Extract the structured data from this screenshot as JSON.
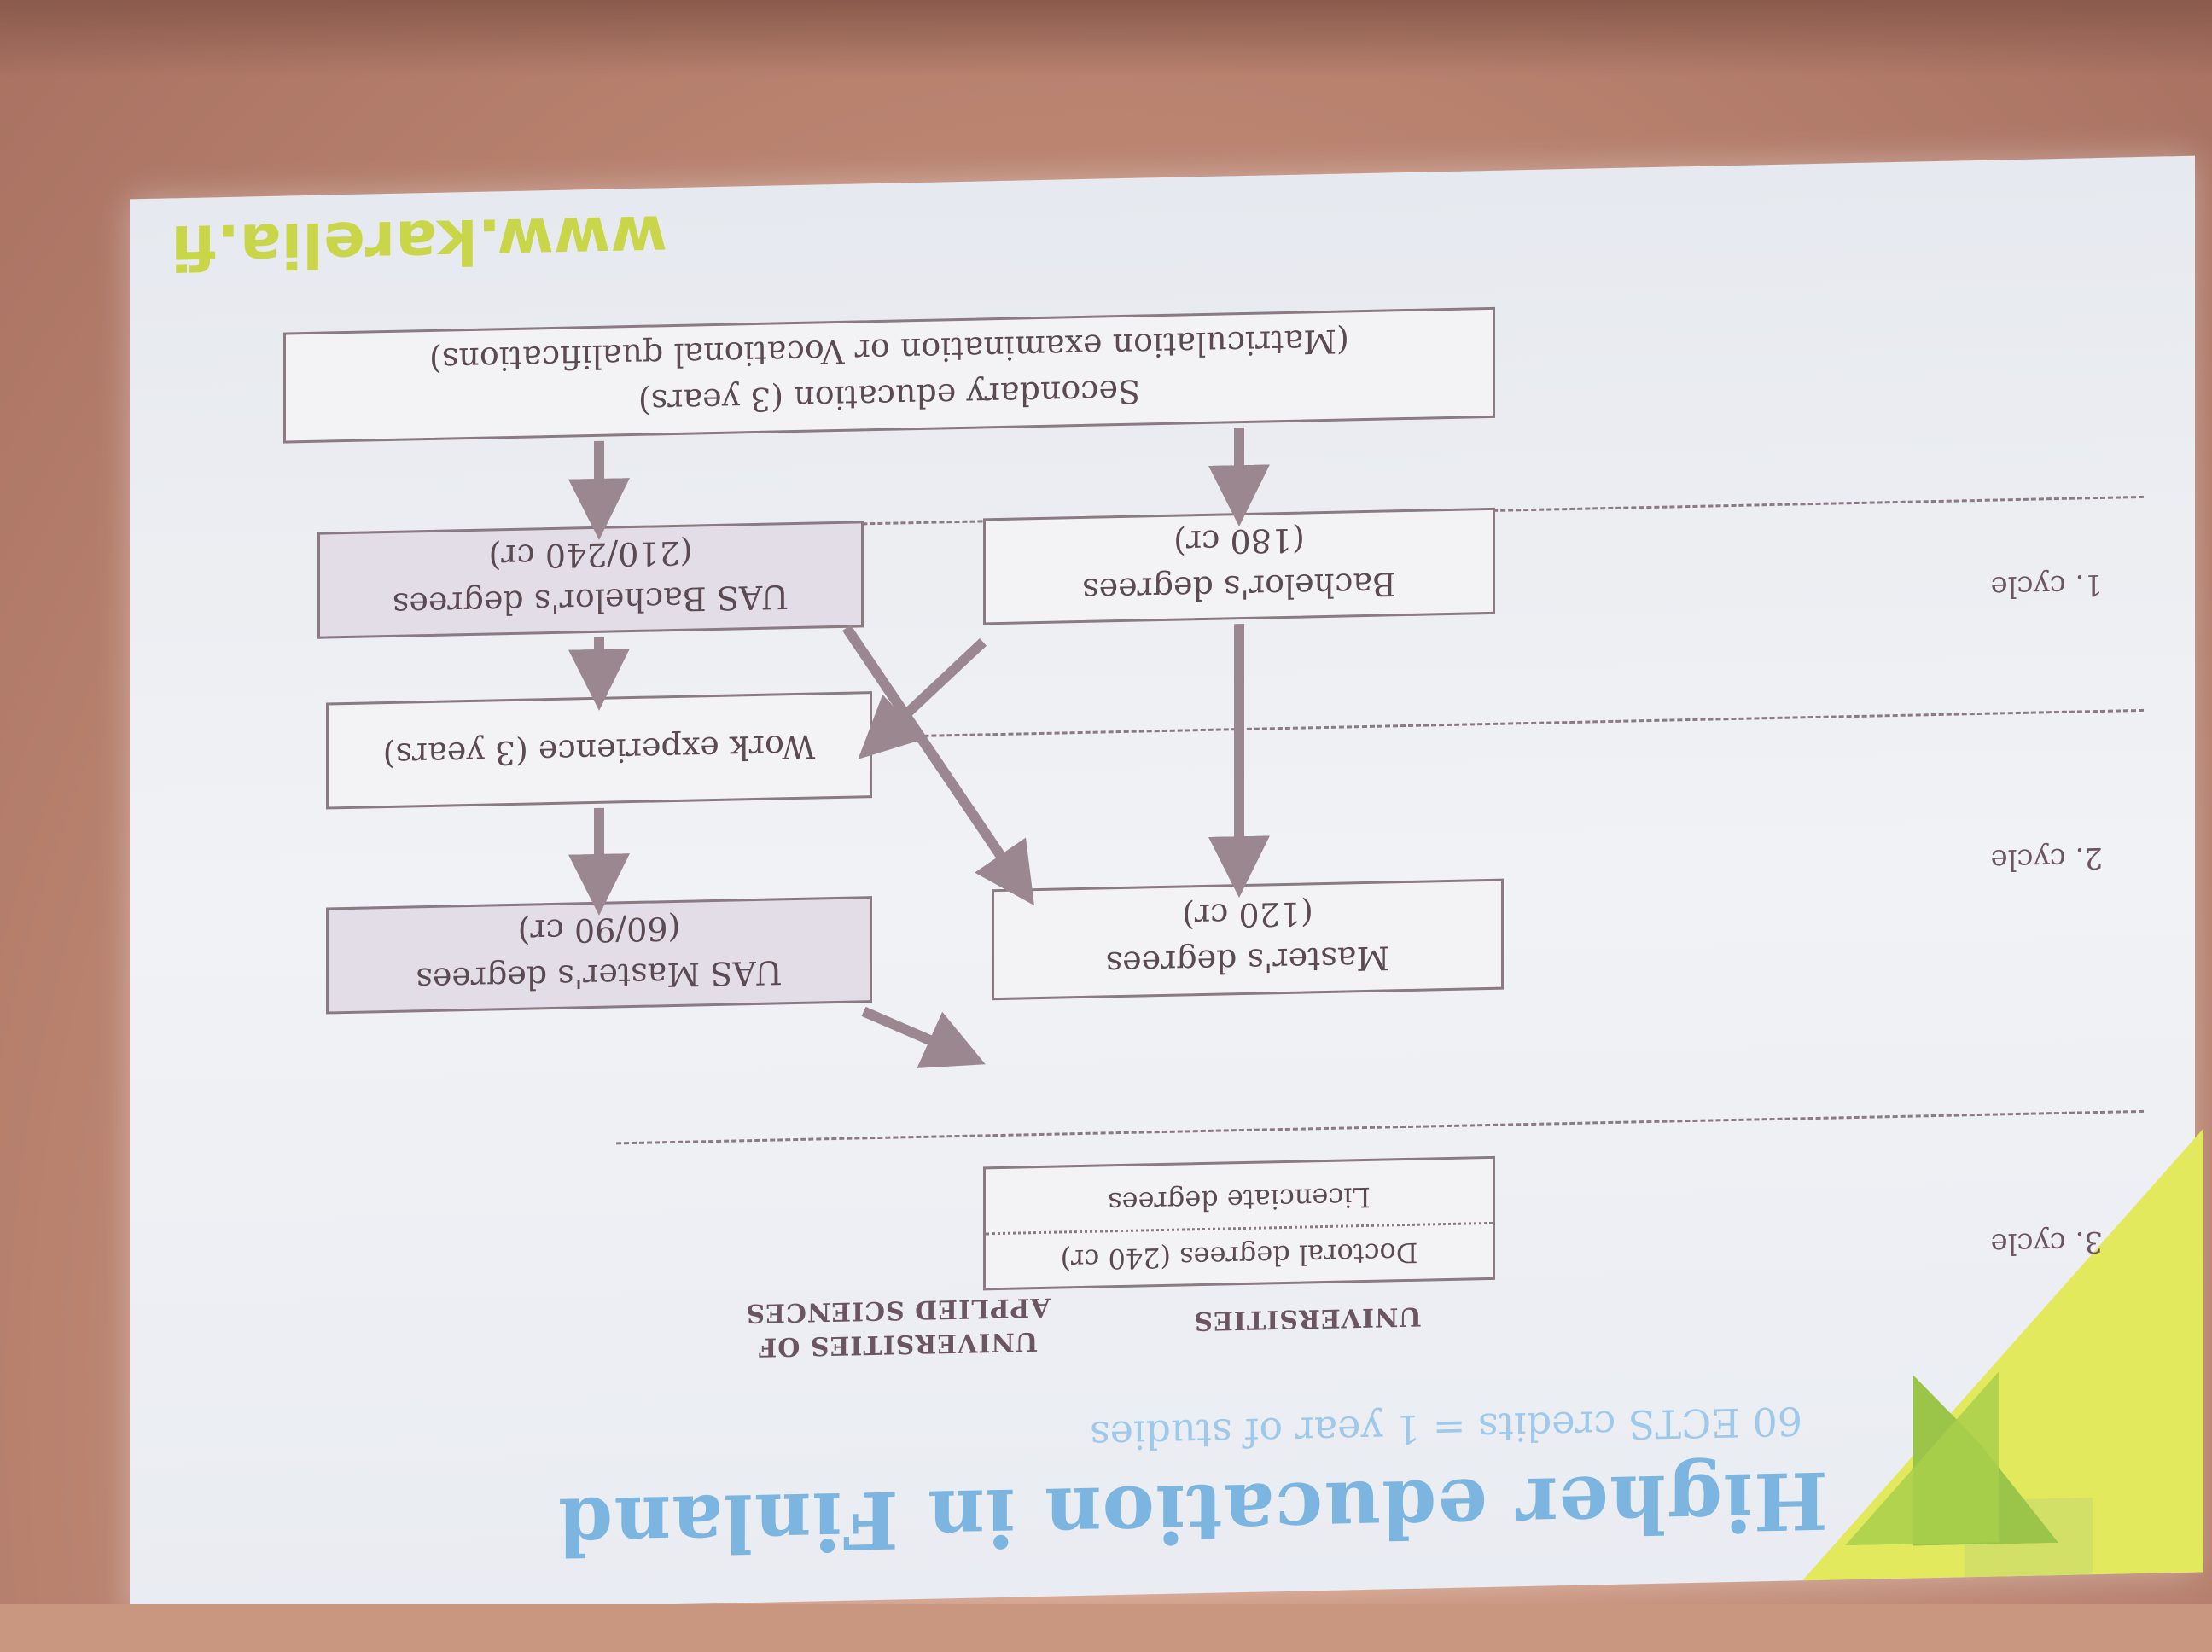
{
  "slide": {
    "title": "Higher education in Finland",
    "subtitle": "60 ECTS credits = 1 year of studies",
    "columns": {
      "universities": "UNIVERSITIES",
      "uas": "UNIVERSITIES OF APPLIED SCIENCES"
    },
    "cycles": {
      "third": "3. cycle",
      "second": "2. cycle",
      "first": "1. cycle"
    },
    "boxes": {
      "doctoral": "Doctoral degrees (240 cr)",
      "licenciate": "Licenciate degrees",
      "masters": "Master's degrees",
      "masters_cr": "(120 cr)",
      "uas_masters": "UAS Master's degrees",
      "uas_masters_cr": "(60/90 cr)",
      "work_experience": "Work experience (3 years)",
      "bachelors": "Bachelor's degrees",
      "bachelors_cr": "(180 cr)",
      "uas_bachelors": "UAS Bachelor's degrees",
      "uas_bachelors_cr": "(210/240 cr)",
      "secondary": "Secondary education (3 years)",
      "secondary_detail": "(Matriculation examination or Vocational qualifications)"
    },
    "url": "www.karelia.fi",
    "colors": {
      "title": "#7cb5e0",
      "accent_green": "#a9cf4a",
      "accent_yellow": "#e2e95d",
      "arrow": "#9b8790",
      "box_border": "#8a7a82"
    }
  }
}
